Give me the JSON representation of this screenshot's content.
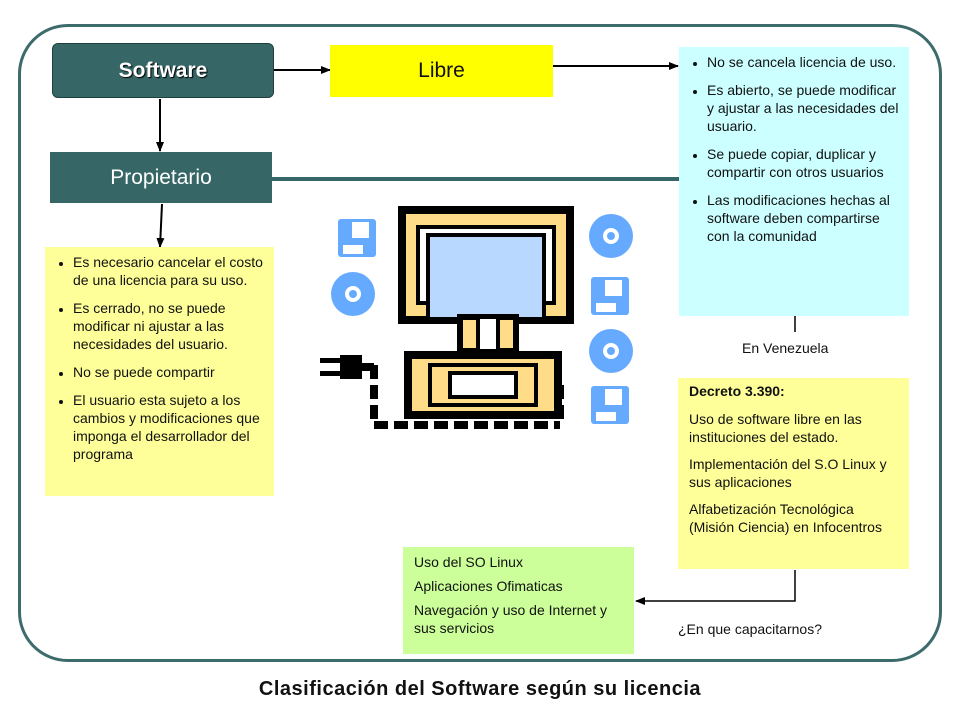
{
  "nodes": {
    "software": "Software",
    "libre": "Libre",
    "propietario": "Propietario"
  },
  "libre_features": [
    "No se cancela licencia de uso.",
    "Es abierto, se puede modificar y ajustar a las necesidades del usuario.",
    "Se puede copiar, duplicar y compartir con otros usuarios",
    "Las modificaciones hechas al software deben compartirse con la comunidad"
  ],
  "propietario_features": [
    "Es necesario cancelar el costo de una licencia para su uso.",
    "Es cerrado, no se puede modificar ni ajustar a las necesidades del usuario.",
    "No se puede compartir",
    "El usuario esta sujeto a los cambios y modificaciones que imponga el desarrollador del programa"
  ],
  "en_venezuela": "En Venezuela",
  "decreto": {
    "title": "Decreto 3.390:",
    "items": [
      "Uso de software libre en las instituciones del estado.",
      "Implementación del S.O Linux y sus aplicaciones",
      "Alfabetización Tecnológica (Misión Ciencia) en Infocentros"
    ]
  },
  "capacitacion": [
    "Uso del SO Linux",
    "Aplicaciones Ofimaticas",
    "Navegación y uso de Internet y sus servicios"
  ],
  "pregunta": "¿En que capacitarnos?",
  "caption": "Clasificación del Software según su licencia",
  "colors": {
    "frame": "#3d6b6b",
    "node_dark": "#366666",
    "libre": "#ffff00",
    "libre_note": "#ccffff",
    "yellow_note": "#ffff99",
    "green_note": "#ccff99",
    "clipart_blue": "#66aaff",
    "clipart_tan": "#ffdd88"
  },
  "icons": [
    "floppy-disk-icon",
    "cd-icon",
    "computer-clipart-icon",
    "power-plug-icon"
  ]
}
